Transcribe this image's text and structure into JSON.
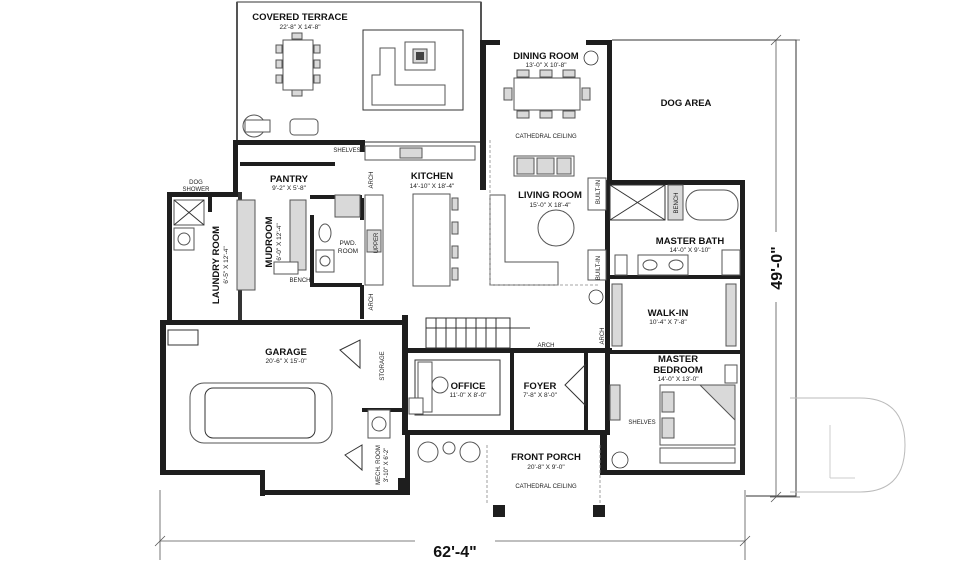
{
  "rooms": {
    "covered_terrace": {
      "name": "COVERED TERRACE",
      "dim": "22'-8\" X 14'-8\""
    },
    "dining_room": {
      "name": "DINING ROOM",
      "dim": "13'-0\" X 10'-8\""
    },
    "dog_area": {
      "name": "DOG AREA"
    },
    "cathedral_ceiling_top": {
      "name": "CATHEDRAL CEILING"
    },
    "pantry": {
      "name": "PANTRY",
      "dim": "9'-2\" X 5'-8\""
    },
    "kitchen": {
      "name": "KITCHEN",
      "dim": "14'-10\" X 18'-4\""
    },
    "living_room": {
      "name": "LIVING ROOM",
      "dim": "15'-0\" X 18'-4\""
    },
    "master_bath": {
      "name": "MASTER BATH",
      "dim": "14'-0\" X 9'-10\""
    },
    "mudroom": {
      "name": "MUDROOM",
      "dim": "6'-0\" X 12'-4\""
    },
    "laundry_room": {
      "name": "LAUNDRY ROOM",
      "dim": "6'-5\" X 12'-4\""
    },
    "pwd_room": {
      "line1": "PWD.",
      "line2": "ROOM"
    },
    "walk_in": {
      "name": "WALK-IN",
      "dim": "10'-4\" X 7'-8\""
    },
    "garage": {
      "name": "GARAGE",
      "dim": "20'-6\" X 15'-0\""
    },
    "office": {
      "name": "OFFICE",
      "dim": "11'-0\" X 8'-0\""
    },
    "foyer": {
      "name": "FOYER",
      "dim": "7'-8\" X 8'-0\""
    },
    "master_bedroom": {
      "line1": "MASTER",
      "line2": "BEDROOM",
      "dim": "14'-0\" X 13'-0\""
    },
    "mech_room": {
      "name": "MECH. ROOM",
      "dim": "3'-10\" X 6'-2\""
    },
    "front_porch": {
      "name": "FRONT PORCH",
      "dim": "20'-8\" X 9'-0\""
    },
    "cathedral_ceiling_bottom": {
      "name": "CATHEDRAL CEILING"
    }
  },
  "annotations": {
    "shelves_top": "SHELVES",
    "dog_shower_line1": "DOG",
    "dog_shower_line2": "SHOWER",
    "arch_1": "ARCH",
    "arch_2": "ARCH",
    "arch_3": "ARCH",
    "arch_4": "ARCH",
    "bench_mud": "BENCH",
    "bench_bath": "BENCH",
    "built_in_1": "BUILT-IN",
    "built_in_2": "BUILT-IN",
    "storage": "STORAGE",
    "shelves_bed": "SHELVES",
    "upper": "UPPER"
  },
  "dimensions": {
    "width": "62'-4\"",
    "height": "49'-0\""
  }
}
